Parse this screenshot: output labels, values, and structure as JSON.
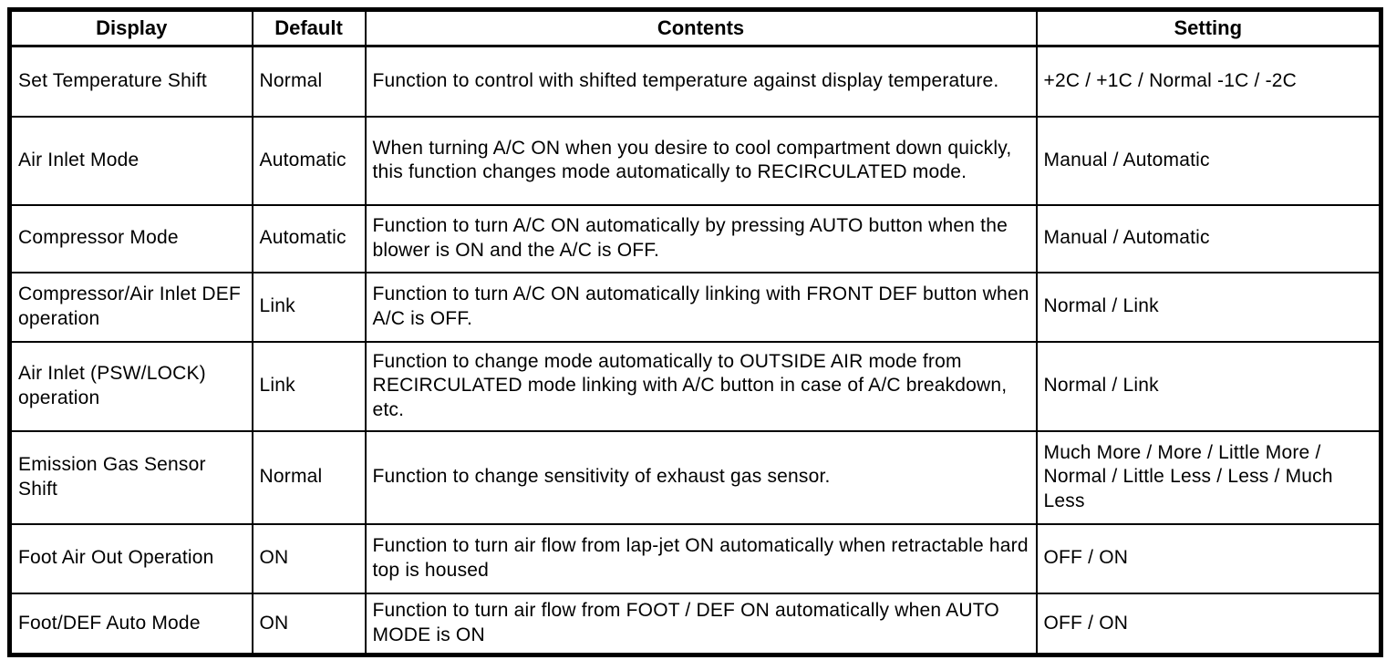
{
  "table": {
    "columns": {
      "display": "Display",
      "default": "Default",
      "contents": "Contents",
      "setting": "Setting"
    },
    "rows": [
      {
        "display": "Set Temperature Shift",
        "default": "Normal",
        "contents": "Function to control with shifted temperature against display temperature.",
        "setting": "+2C / +1C / Normal -1C / -2C"
      },
      {
        "display": "Air Inlet Mode",
        "default": "Automatic",
        "contents": "When turning A/C ON when you desire to cool compartment down quickly, this function changes mode automatically to RECIRCULATED mode.",
        "setting": "Manual / Automatic"
      },
      {
        "display": "Compressor Mode",
        "default": "Automatic",
        "contents": "Function to turn A/C ON automatically by pressing AUTO button when the blower is ON and the A/C is OFF.",
        "setting": "Manual / Automatic"
      },
      {
        "display": "Compressor/Air Inlet DEF operation",
        "default": "Link",
        "contents": "Function to turn A/C ON automatically linking with FRONT DEF button when A/C is OFF.",
        "setting": "Normal / Link"
      },
      {
        "display": "Air Inlet (PSW/LOCK) operation",
        "default": "Link",
        "contents": "Function to change mode automatically to OUTSIDE AIR mode from RECIRCULATED mode linking with A/C button in case of A/C breakdown, etc.",
        "setting": "Normal / Link"
      },
      {
        "display": "Emission Gas Sensor Shift",
        "default": "Normal",
        "contents": "Function to change sensitivity of exhaust gas sensor.",
        "setting": "Much More / More / Little More / Normal / Little Less / Less / Much Less"
      },
      {
        "display": "Foot Air Out Operation",
        "default": "ON",
        "contents": "Function to turn air flow from lap-jet ON automatically when retractable hard top is housed",
        "setting": "OFF / ON"
      },
      {
        "display": "Foot/DEF Auto Mode",
        "default": "ON",
        "contents": "Function to turn air flow from FOOT / DEF ON automatically when AUTO MODE is ON",
        "setting": "OFF / ON"
      }
    ]
  },
  "colors": {
    "border": "#000000",
    "text": "#000000",
    "background": "#ffffff"
  }
}
